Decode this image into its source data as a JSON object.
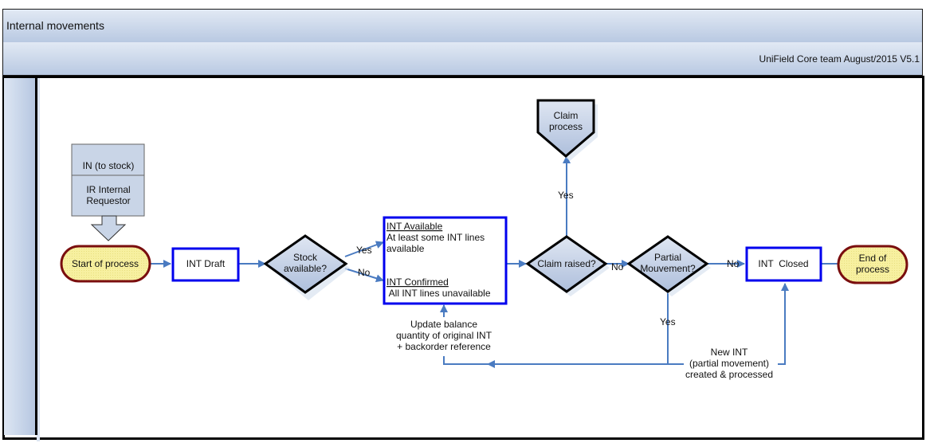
{
  "header": {
    "title": "Internal movements",
    "credit": "UniField Core team August/2015 V5.1"
  },
  "colors": {
    "flow_line": "#4a7bc1",
    "process_border": "#0000ee",
    "terminator_fill": "#f5ef98",
    "terminator_border": "#7a0e0e",
    "decision_fill": "#c2cfe4",
    "header_fill": "#b9c9e2"
  },
  "nodes": {
    "input_top": "IN (to stock)",
    "input_bottom_line1": "IR Internal",
    "input_bottom_line2": "Requestor",
    "start": "Start of process",
    "int_draft": "INT Draft",
    "stock_q_line1": "Stock",
    "stock_q_line2": "available?",
    "int_available_title": "INT Available",
    "int_available_line1": "At least some INT lines",
    "int_available_line2": "available",
    "int_confirmed_title": "INT Confirmed",
    "int_confirmed_line1": " All INT lines unavailable",
    "claim_q": "Claim raised?",
    "claim_process_line1": "Claim",
    "claim_process_line2": "process",
    "partial_q_line1": "Partial",
    "partial_q_line2": "Mouvement?",
    "int_closed": "INT  Closed",
    "end_line1": "End of",
    "end_line2": "process"
  },
  "edge_labels": {
    "stock_yes": "Yes",
    "stock_no": "No",
    "claim_yes": "Yes",
    "claim_no": "No",
    "partial_no": "No",
    "partial_yes": "Yes",
    "update_line1": "Update balance",
    "update_line2": "quantity of original INT",
    "update_line3": "+ backorder reference",
    "new_int_line1": "New INT",
    "new_int_line2": "(partial movement)",
    "new_int_line3": "created & processed"
  }
}
